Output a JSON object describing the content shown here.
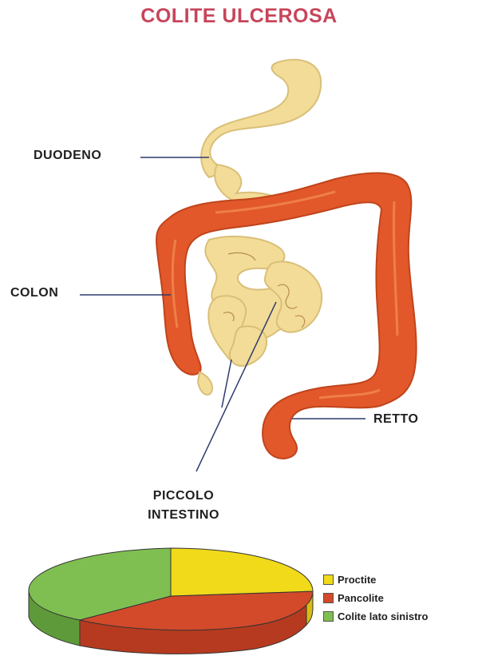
{
  "title": "COLITE ULCEROSA",
  "labels": {
    "duodeno": "DUODENO",
    "colon": "COLON",
    "retto": "RETTO",
    "piccolo_line1": "PICCOLO",
    "piccolo_line2": "INTESTINO"
  },
  "colors": {
    "title": "#c8455a",
    "small_intestine": "#f3dc98",
    "colon": "#e2582a",
    "proctite": "#f0da1a",
    "pancolite": "#d24a2a",
    "colite_lato_sinistro": "#7fbf52"
  },
  "legend": [
    {
      "label": "Proctite",
      "color": "#f0da1a"
    },
    {
      "label": "Pancolite",
      "color": "#d24a2a"
    },
    {
      "label": "Colite lato sinistro",
      "color": "#7fbf52"
    }
  ]
}
